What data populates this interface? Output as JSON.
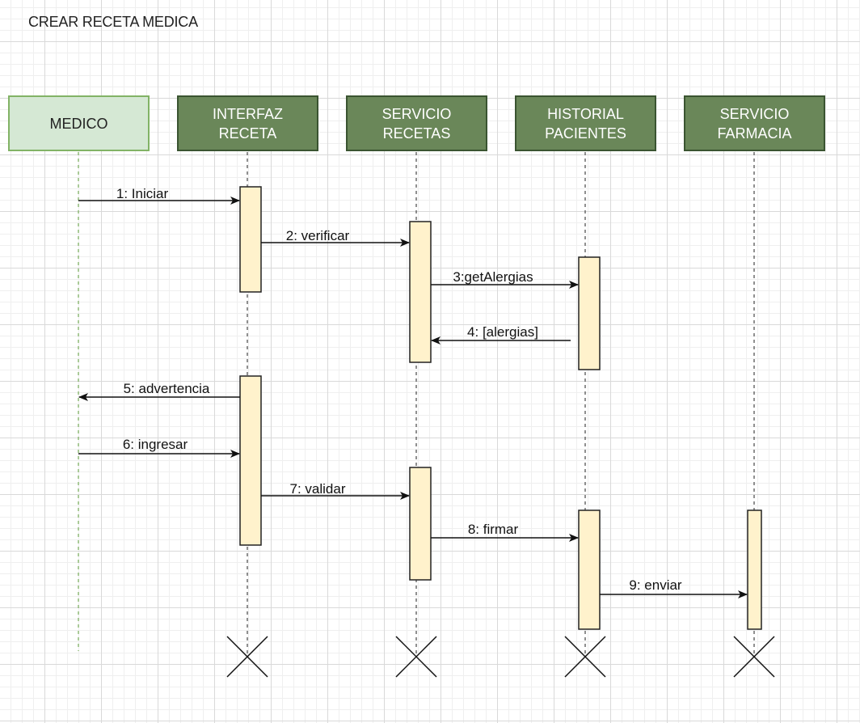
{
  "title": "CREAR RECETA MEDICA",
  "lifelines": [
    {
      "id": "medico",
      "label": "MEDICO"
    },
    {
      "id": "interfaz",
      "label": "INTERFAZ\nRECETA"
    },
    {
      "id": "servicio_recetas",
      "label": "SERVICIO\nRECETAS"
    },
    {
      "id": "historial",
      "label": "HISTORIAL\nPACIENTES"
    },
    {
      "id": "farmacia",
      "label": "SERVICIO\nFARMACIA"
    }
  ],
  "messages": [
    {
      "label": "1: Iniciar",
      "from": "medico",
      "to": "interfaz"
    },
    {
      "label": "2: verificar",
      "from": "interfaz",
      "to": "servicio_recetas"
    },
    {
      "label": "3:getAlergias",
      "from": "servicio_recetas",
      "to": "historial"
    },
    {
      "label": "4: [alergias]",
      "from": "historial",
      "to": "servicio_recetas"
    },
    {
      "label": "5: advertencia",
      "from": "interfaz",
      "to": "medico"
    },
    {
      "label": "6: ingresar",
      "from": "medico",
      "to": "interfaz"
    },
    {
      "label": "7: validar",
      "from": "interfaz",
      "to": "servicio_recetas"
    },
    {
      "label": "8: firmar",
      "from": "servicio_recetas",
      "to": "historial"
    },
    {
      "label": "9: enviar",
      "from": "historial",
      "to": "farmacia"
    }
  ],
  "colors": {
    "actor_light_fill": "#d5e8d4",
    "actor_light_border": "#82b366",
    "actor_dark_fill": "#6a8759",
    "actor_dark_border": "#3a5431",
    "activation_fill": "#fff2cc"
  }
}
